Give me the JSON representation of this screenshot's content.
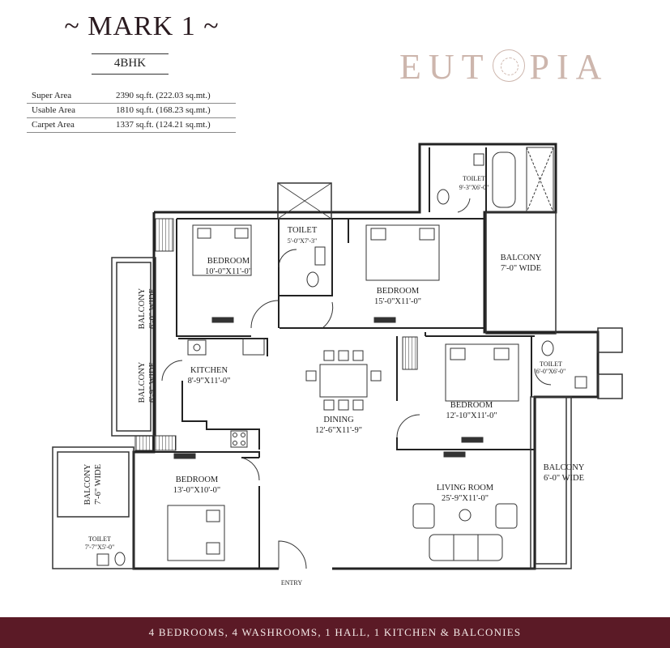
{
  "header": {
    "title": "~ MARK 1 ~",
    "config": "4BHK",
    "brand": {
      "before": "EUT",
      "after": "PIA"
    }
  },
  "areas": [
    {
      "label": "Super Area",
      "value": "2390 sq.ft. (222.03 sq.mt.)"
    },
    {
      "label": "Usable Area",
      "value": "1810 sq.ft. (168.23 sq.mt.)"
    },
    {
      "label": "Carpet Area",
      "value": "1337 sq.ft. (124.21 sq.mt.)"
    }
  ],
  "rooms": {
    "bedroom_1": {
      "name": "BEDROOM",
      "size": "10'-0\"X11'-0\""
    },
    "toilet_1": {
      "name": "TOILET",
      "size": "5'-0\"X7'-3\""
    },
    "bedroom_2": {
      "name": "BEDROOM",
      "size": "15'-0\"X11'-0\""
    },
    "toilet_2": {
      "name": "TOILET",
      "size": "9'-3\"X6'-0\""
    },
    "balcony_1": {
      "name": "BALCONY",
      "size": "7'-0\" WIDE"
    },
    "balcony_2": {
      "name": "BALCONY",
      "size": "6'-0\" WIDE"
    },
    "balcony_3": {
      "name": "BALCONY",
      "size": "6'-9\" WIDE"
    },
    "kitchen": {
      "name": "KITCHEN",
      "size": "8'-9\"X11'-0\""
    },
    "dining": {
      "name": "DINING",
      "size": "12'-6\"X11'-9\""
    },
    "bedroom_3": {
      "name": "BEDROOM",
      "size": "12'-10\"X11'-0\""
    },
    "toilet_3": {
      "name": "TOILET",
      "size": "6'-0\"X6'-0\""
    },
    "balcony_4": {
      "name": "BALCONY",
      "size": "6'-0\" WIDE"
    },
    "balcony_5": {
      "name": "BALCONY",
      "size": "7'-6\" WIDE"
    },
    "bedroom_4": {
      "name": "BEDROOM",
      "size": "13'-0\"X10'-0\""
    },
    "living_room": {
      "name": "LIVING ROOM",
      "size": "25'-9\"X11'-0\""
    },
    "toilet_4": {
      "name": "TOILET",
      "size": "7'-7\"X5'-0\""
    },
    "entry": {
      "name": "ENTRY"
    }
  },
  "footer": "4 BEDROOMS, 4 WASHROOMS, 1 HALL, 1 KITCHEN & BALCONIES",
  "colors": {
    "footer_bg": "#5b1a26",
    "brand": "#cdb6ad",
    "wall": "#222222"
  }
}
